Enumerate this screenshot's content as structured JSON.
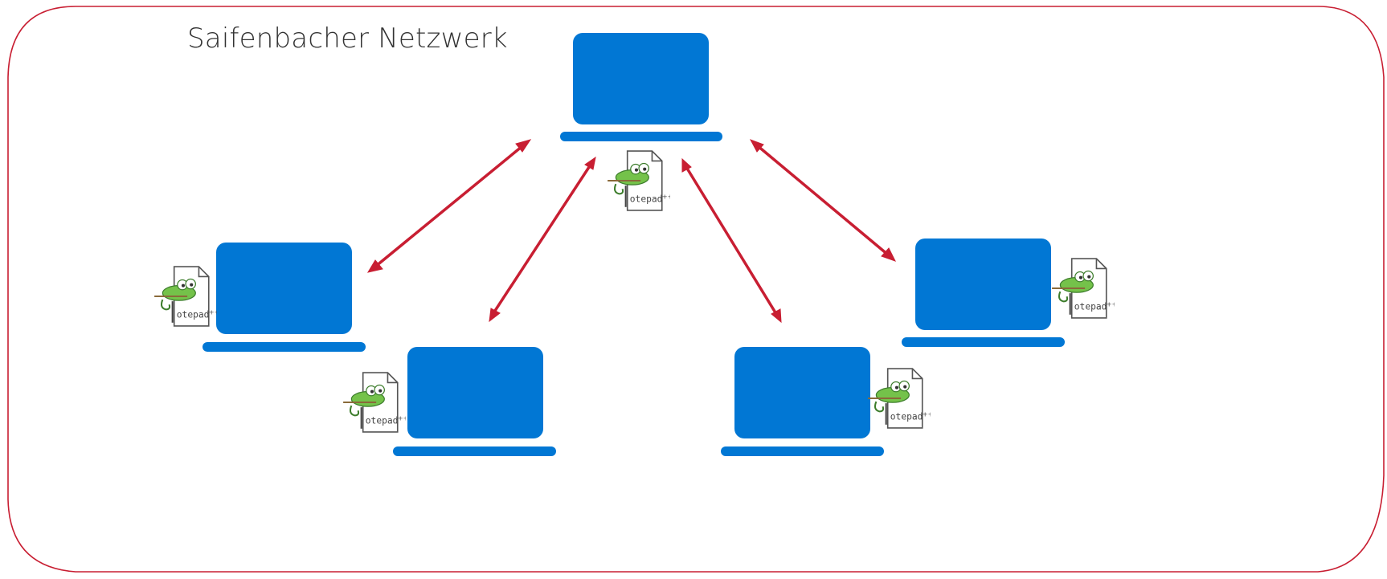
{
  "diagram": {
    "title": "Saifenbacher Netzwerk",
    "colors": {
      "frame": "#c81e32",
      "laptop": "#0177d4",
      "arrow": "#c81e32",
      "notepad_chameleon": "#74c24a"
    },
    "nodes": [
      {
        "id": "laptop-top",
        "app_icon": "notepadplusplus-icon",
        "app_label": "Notepad++"
      },
      {
        "id": "laptop-left",
        "app_icon": "notepadplusplus-icon",
        "app_label": "Notepad++"
      },
      {
        "id": "laptop-bottom-left",
        "app_icon": "notepadplusplus-icon",
        "app_label": "Notepad++"
      },
      {
        "id": "laptop-bottom-right",
        "app_icon": "notepadplusplus-icon",
        "app_label": "Notepad++"
      },
      {
        "id": "laptop-right",
        "app_icon": "notepadplusplus-icon",
        "app_label": "Notepad++"
      }
    ],
    "links": [
      {
        "from": "laptop-top",
        "to": "laptop-left",
        "direction": "bidirectional"
      },
      {
        "from": "laptop-top",
        "to": "laptop-bottom-left",
        "direction": "bidirectional"
      },
      {
        "from": "laptop-top",
        "to": "laptop-bottom-right",
        "direction": "bidirectional"
      },
      {
        "from": "laptop-top",
        "to": "laptop-right",
        "direction": "bidirectional"
      }
    ]
  }
}
